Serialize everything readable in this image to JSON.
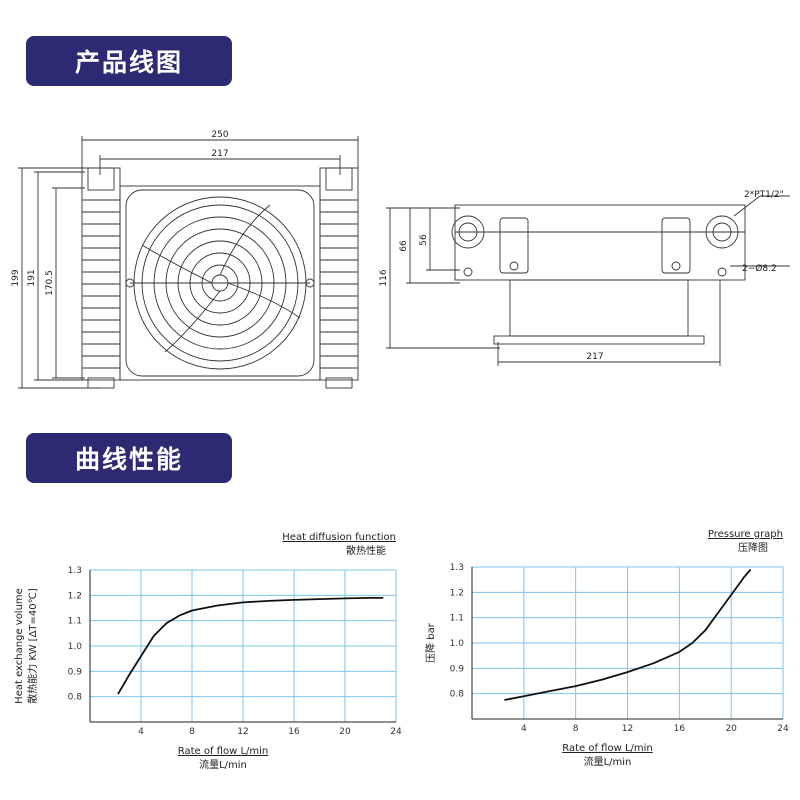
{
  "sections": {
    "drawing_title": "产品线图",
    "curve_title": "曲线性能"
  },
  "drawing": {
    "dim_overall_width": "250",
    "dim_inner_width": "217",
    "dim_height_199": "199",
    "dim_height_191": "191",
    "dim_height_170_5": "170.5",
    "side_dim_116": "116",
    "side_dim_66": "66",
    "side_dim_56": "56",
    "side_dim_217": "217",
    "port_label": "2*PT1/2\"",
    "hole_label": "2−Ø8.2"
  },
  "chart_data": [
    {
      "type": "line",
      "title": "Heat diffusion function",
      "subtitle": "散热性能",
      "ylabel_line1": "Heat exchange volume",
      "ylabel_line2": "散热能力 KW [ΔT=40℃]",
      "xlabel": "Rate of flow L/min",
      "xlabel_cn": "流量L/min",
      "xlim": [
        0,
        24
      ],
      "ylim": [
        0.7,
        1.3
      ],
      "xticks": [
        "4",
        "8",
        "12",
        "16",
        "20",
        "24"
      ],
      "yticks": [
        "0.8",
        "0.9",
        "1.0",
        "1.1",
        "1.2",
        "1.3"
      ],
      "grid": true,
      "series": [
        {
          "color": "#111111",
          "x": [
            2.2,
            3,
            4,
            5,
            6,
            7,
            8,
            10,
            12,
            14,
            16,
            18,
            20,
            22,
            23.0
          ],
          "y": [
            0.81,
            0.88,
            0.96,
            1.04,
            1.09,
            1.12,
            1.14,
            1.16,
            1.172,
            1.178,
            1.182,
            1.185,
            1.188,
            1.19,
            1.19
          ]
        }
      ]
    },
    {
      "type": "line",
      "title": "Pressure graph",
      "subtitle": "压降图",
      "ylabel": "压降 bar",
      "xlabel": "Rate of flow L/min",
      "xlabel_cn": "流量L/min",
      "xlim": [
        0,
        24
      ],
      "ylim": [
        0.7,
        1.3
      ],
      "xticks": [
        "4",
        "8",
        "12",
        "16",
        "20",
        "24"
      ],
      "yticks": [
        "0.8",
        "0.9",
        "1.0",
        "1.1",
        "1.2",
        "1.3"
      ],
      "grid": true,
      "series": [
        {
          "color": "#111111",
          "x": [
            2.5,
            4,
            6,
            8,
            10,
            12,
            14,
            16,
            17,
            18,
            19,
            20,
            21,
            21.5
          ],
          "y": [
            0.775,
            0.79,
            0.81,
            0.83,
            0.855,
            0.885,
            0.92,
            0.965,
            1.0,
            1.05,
            1.12,
            1.19,
            1.26,
            1.29
          ]
        }
      ]
    }
  ]
}
